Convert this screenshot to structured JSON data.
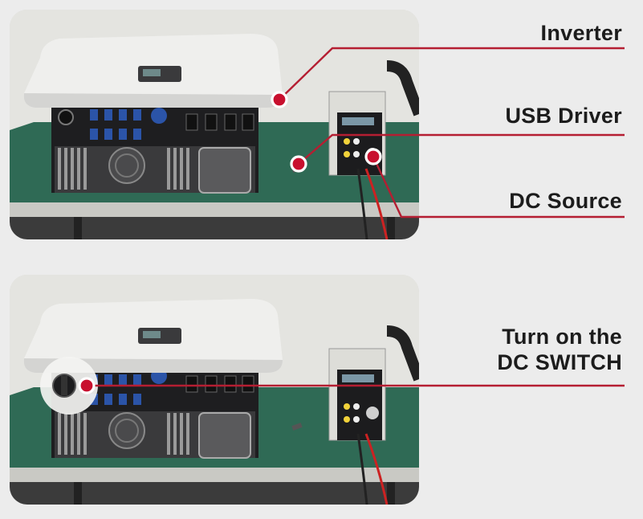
{
  "labels": {
    "inverter": "Inverter",
    "usb_driver": "USB Driver",
    "dc_source": "DC Source",
    "dc_switch_line1": "Turn on the",
    "dc_switch_line2": "DC SWITCH"
  },
  "colors": {
    "accent": "#c8102e",
    "callout_line": "#b51e32",
    "text": "#1c1c1c",
    "background": "#ececec"
  }
}
